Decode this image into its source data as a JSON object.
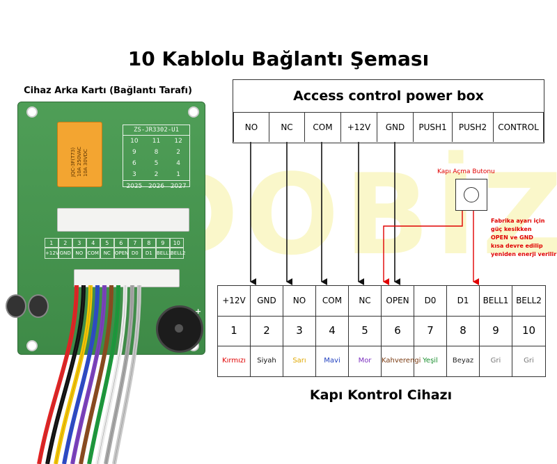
{
  "title": "10 Kablolu Bağlantı Şeması",
  "board": {
    "caption": "Cihaz Arka Kartı (Bağlantı Tarafı)",
    "relay_text": [
      "JQC-3F(T73)",
      "10A 250VAC",
      "10A 30VDC"
    ],
    "code_header": "ZS-JR3302-U1",
    "code_rows": [
      [
        "10",
        "11",
        "12"
      ],
      [
        "9",
        "8",
        "2"
      ],
      [
        "6",
        "5",
        "4"
      ],
      [
        "3",
        "2",
        "1"
      ]
    ],
    "years": [
      "2025",
      "2026",
      "2027"
    ],
    "pin_numbers": [
      "1",
      "2",
      "3",
      "4",
      "5",
      "6",
      "7",
      "8",
      "9",
      "10"
    ],
    "pin_labels": [
      "+12V",
      "GND",
      "NO",
      "COM",
      "NC",
      "OPEN",
      "D0",
      "D1",
      "BELL1",
      "BELL2"
    ],
    "wire_colors": [
      "#e32222",
      "#111111",
      "#f4c400",
      "#2b49c9",
      "#7b3fbf",
      "#8b4a1c",
      "#1a9a3a",
      "#f8f8f8",
      "#a8a8a8",
      "#c8c8c8"
    ]
  },
  "power_box": {
    "title": "Access control power box",
    "terminals": [
      "NO",
      "NC",
      "COM",
      "+12V",
      "GND",
      "PUSH1",
      "PUSH2",
      "CONTROL"
    ]
  },
  "door_button": {
    "caption": "Kapı Açma Butonu"
  },
  "note": [
    "Fabrika ayarı için",
    "güç kesikken",
    "OPEN ve GND",
    "kısa devre edilip",
    "yeniden enerji verilir"
  ],
  "device": {
    "title": "Kapı Kontrol Cihazı",
    "columns": [
      {
        "name": "+12V",
        "num": "1",
        "color_name": "Kırmızı",
        "color": "#e00000"
      },
      {
        "name": "GND",
        "num": "2",
        "color_name": "Siyah",
        "color": "#111111"
      },
      {
        "name": "NO",
        "num": "3",
        "color_name": "Sarı",
        "color": "#e0a800"
      },
      {
        "name": "COM",
        "num": "4",
        "color_name": "Mavi",
        "color": "#1f3fbf"
      },
      {
        "name": "NC",
        "num": "5",
        "color_name": "Mor",
        "color": "#7b2fbf"
      },
      {
        "name": "OPEN",
        "num": "6",
        "color_name": "Kahverengi",
        "color": "#7a3b12"
      },
      {
        "name": "D0",
        "num": "7",
        "color_name": "Yeşil",
        "color": "#1a8f2e"
      },
      {
        "name": "D1",
        "num": "8",
        "color_name": "Beyaz",
        "color": "#222222"
      },
      {
        "name": "BELL1",
        "num": "9",
        "color_name": "Gri",
        "color": "#777777"
      },
      {
        "name": "BELL2",
        "num": "10",
        "color_name": "Gri",
        "color": "#777777"
      }
    ]
  },
  "watermark": "DOBİZ"
}
